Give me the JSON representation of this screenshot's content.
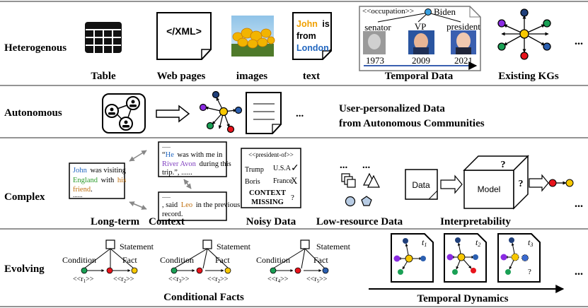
{
  "rows": {
    "heterogenous": {
      "label": "Heterogenous",
      "items": {
        "table": "Table",
        "web_pages": "Web pages",
        "images": "images",
        "text": "text",
        "temporal": "Temporal Data",
        "kgs": "Existing KGs"
      },
      "xml_doc": "</XML>",
      "text_doc": {
        "w1": "John",
        "w2": "is",
        "w3": "from",
        "w4": "London",
        "w5": "."
      },
      "temporal_box": {
        "relation": "<<occupation>>",
        "entity": "Biden",
        "roles": [
          "senator",
          "VP",
          "president"
        ],
        "years": [
          "1973",
          "2009",
          "2021"
        ]
      },
      "ellipsis": "..."
    },
    "autonomous": {
      "label": "Autonomous",
      "caption_line1": "User-personalized Data",
      "caption_line2": "from Autonomous Communities",
      "ellipsis": "..."
    },
    "complex": {
      "label": "Complex",
      "doc_a": {
        "dots": "......",
        "w1": "John",
        "w2": "was visiting",
        "w3": "England",
        "w4": "with",
        "w5": "his",
        "w6": "friend",
        "w7": ".",
        "tail": "......"
      },
      "doc_b": {
        "dots": "......",
        "q": "“",
        "he": "He",
        "l1": "was with me in",
        "river": "River Avon",
        "l2": "during this",
        "l3": "trip.”, ......"
      },
      "doc_c": {
        "dots": "......",
        "l1a": ", said",
        "leo": "Leo",
        "l1b": "in the previous",
        "l2": "record."
      },
      "long_term_a": "Long-term",
      "long_term_b": "Context",
      "noisy": {
        "relation": "<<president-of>>",
        "rows": [
          [
            "Trump",
            "U.S.A",
            "✓"
          ],
          [
            "Boris",
            "France",
            "X"
          ]
        ],
        "missing1": "CONTEXT",
        "missing2": "MISSING",
        "q": "?"
      },
      "noisy_label": "Noisy Data",
      "lowres_label": "Low-resource Data",
      "lowres_dots": [
        "...",
        "..."
      ],
      "interp": {
        "data": "Data",
        "model": "Model",
        "q": "?"
      },
      "interp_label": "Interpretability",
      "ellipsis": "..."
    },
    "evolving": {
      "label": "Evolving",
      "statement": "Statement",
      "condition": "Condition",
      "fact": "Fact",
      "groups": [
        {
          "r1": "<<r",
          "s1": "1",
          "r1e": ">>",
          "r2": "<<r",
          "s2": "2",
          "r2e": ">>"
        },
        {
          "r1": "<<r",
          "s1": "3",
          "r1e": ">>",
          "r2": "<<r",
          "s2": "2",
          "r2e": ">>"
        },
        {
          "r1": "<<r",
          "s1": "4",
          "r1e": ">>",
          "r2": "<<r",
          "s2": "5",
          "r2e": ">>"
        }
      ],
      "cond_label": "Conditional Facts",
      "timesteps": [
        {
          "t": "t",
          "s": "1"
        },
        {
          "t": "t",
          "s": "2"
        },
        {
          "t": "t",
          "s": "3"
        }
      ],
      "t3_q": "?",
      "temporal_label": "Temporal Dynamics",
      "ellipsis": "..."
    }
  },
  "colors": {
    "red": "#e8141c",
    "green": "#1aa055",
    "yellow": "#f8c800",
    "blue": "#2b5fb0",
    "purple": "#8a2be2",
    "navy": "#1f3f7a",
    "text_blue": "#2468c0",
    "text_green": "#2a9a2a",
    "text_orange": "#c07010",
    "text_purple": "#8040c0"
  }
}
